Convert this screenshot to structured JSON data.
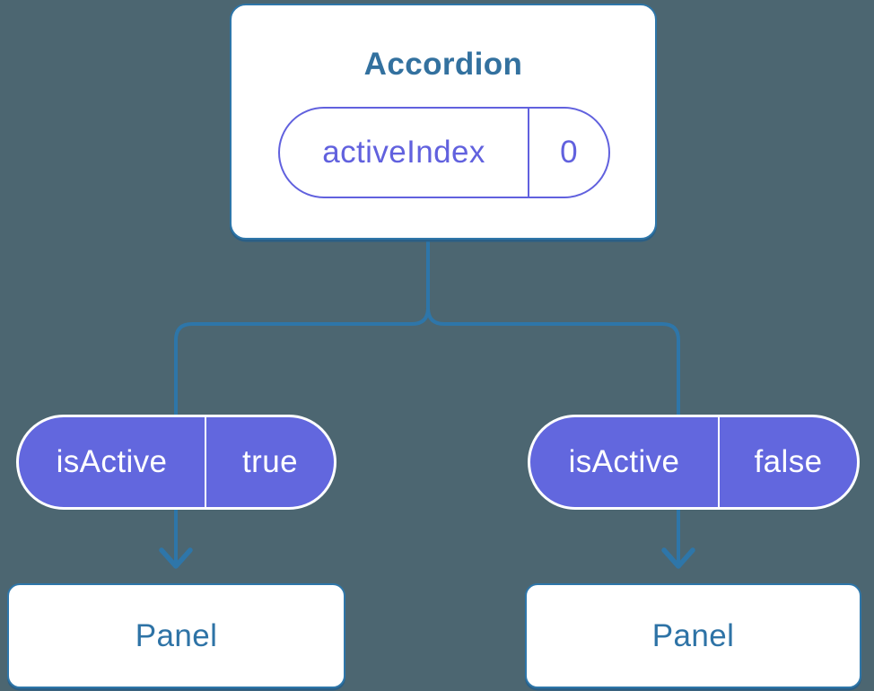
{
  "colors": {
    "background": "#4C6671",
    "line_blue": "#2E76A9",
    "title_text": "#33719F",
    "panel_text": "#2E73A6",
    "pill_purple_fill": "#6267DE",
    "pill_purple_text": "#6161DE",
    "white": "#FFFFFF"
  },
  "icons": {
    "arrow_down": "chevron-down-arrowhead"
  },
  "diagram": {
    "root": {
      "title": "Accordion",
      "state": {
        "name": "activeIndex",
        "value": "0"
      }
    },
    "children": [
      {
        "prop": {
          "name": "isActive",
          "value": "true"
        },
        "node": "Panel"
      },
      {
        "prop": {
          "name": "isActive",
          "value": "false"
        },
        "node": "Panel"
      }
    ]
  }
}
